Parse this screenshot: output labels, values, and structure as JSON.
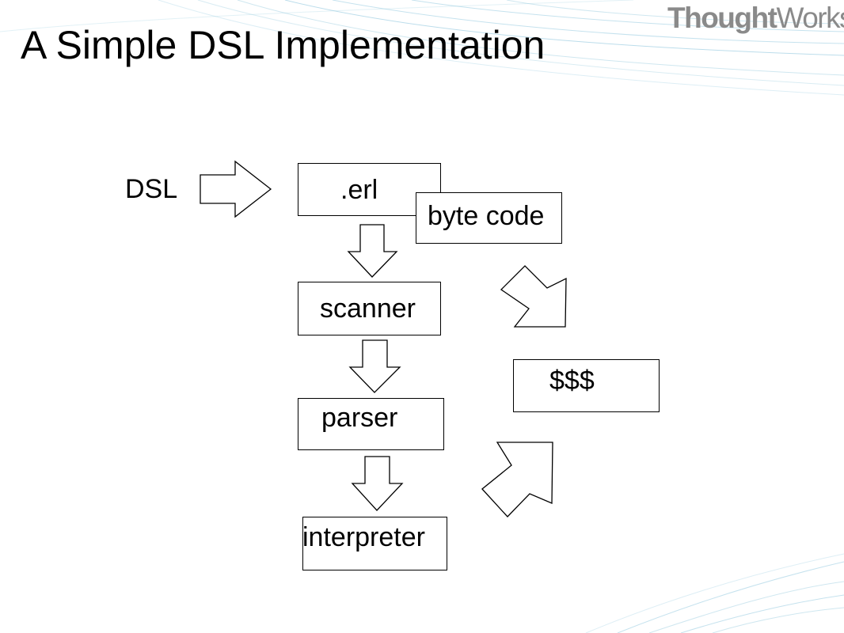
{
  "slide": {
    "title": "A Simple DSL Implementation"
  },
  "logo": {
    "bold_part": "Thought",
    "light_part": "Works",
    "registered_mark": "®"
  },
  "diagram": {
    "dsl_label": "DSL",
    "nodes": {
      "erl": ".erl",
      "byte_code": "byte code",
      "scanner": "scanner",
      "parser": "parser",
      "interpreter": "interpreter",
      "money": "$$$"
    },
    "colors": {
      "stroke": "#000000",
      "fill": "#ffffff",
      "swoosh": "#9fcfe2",
      "logo": "#8a8a8a"
    }
  }
}
